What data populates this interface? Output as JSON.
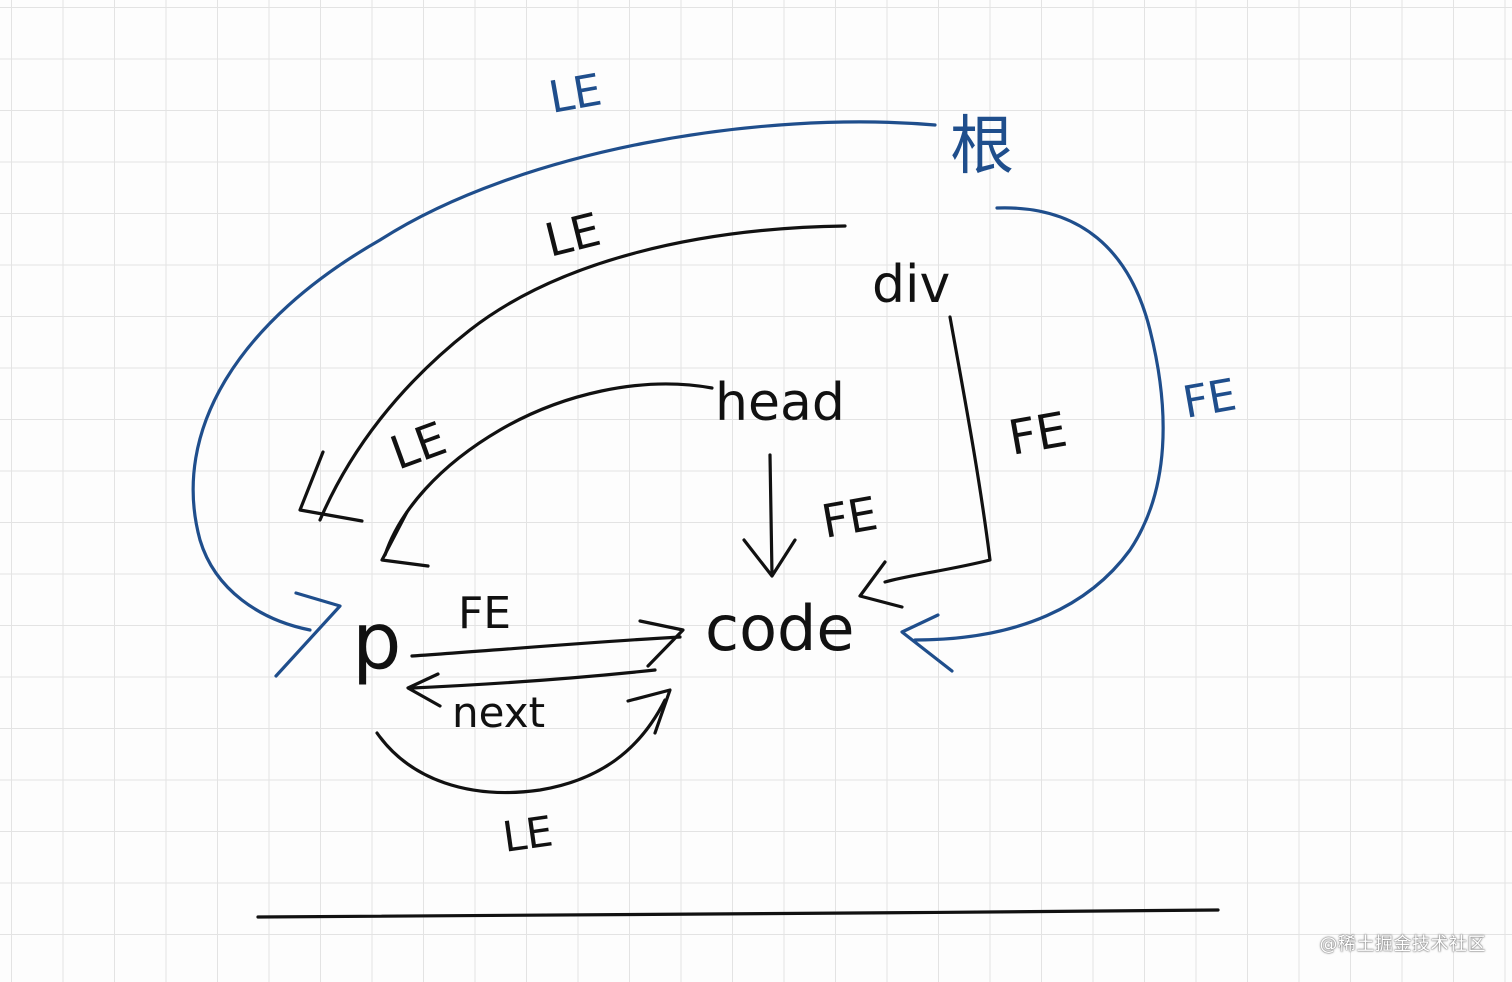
{
  "nodes": {
    "root": "根",
    "div": "div",
    "head": "head",
    "p": "p",
    "code": "code"
  },
  "edge_labels": {
    "root_to_p": "LE",
    "div_to_p": "LE",
    "head_to_p": "LE",
    "div_to_code": "FE",
    "head_to_code": "FE",
    "root_to_code": "FE",
    "p_to_code_top": "FE",
    "code_to_p": "next",
    "p_to_code_bottom": "LE"
  },
  "watermark": "@稀土掘金技术社区",
  "colors": {
    "black_ink": "#111111",
    "blue_ink": "#1f4e8c"
  }
}
